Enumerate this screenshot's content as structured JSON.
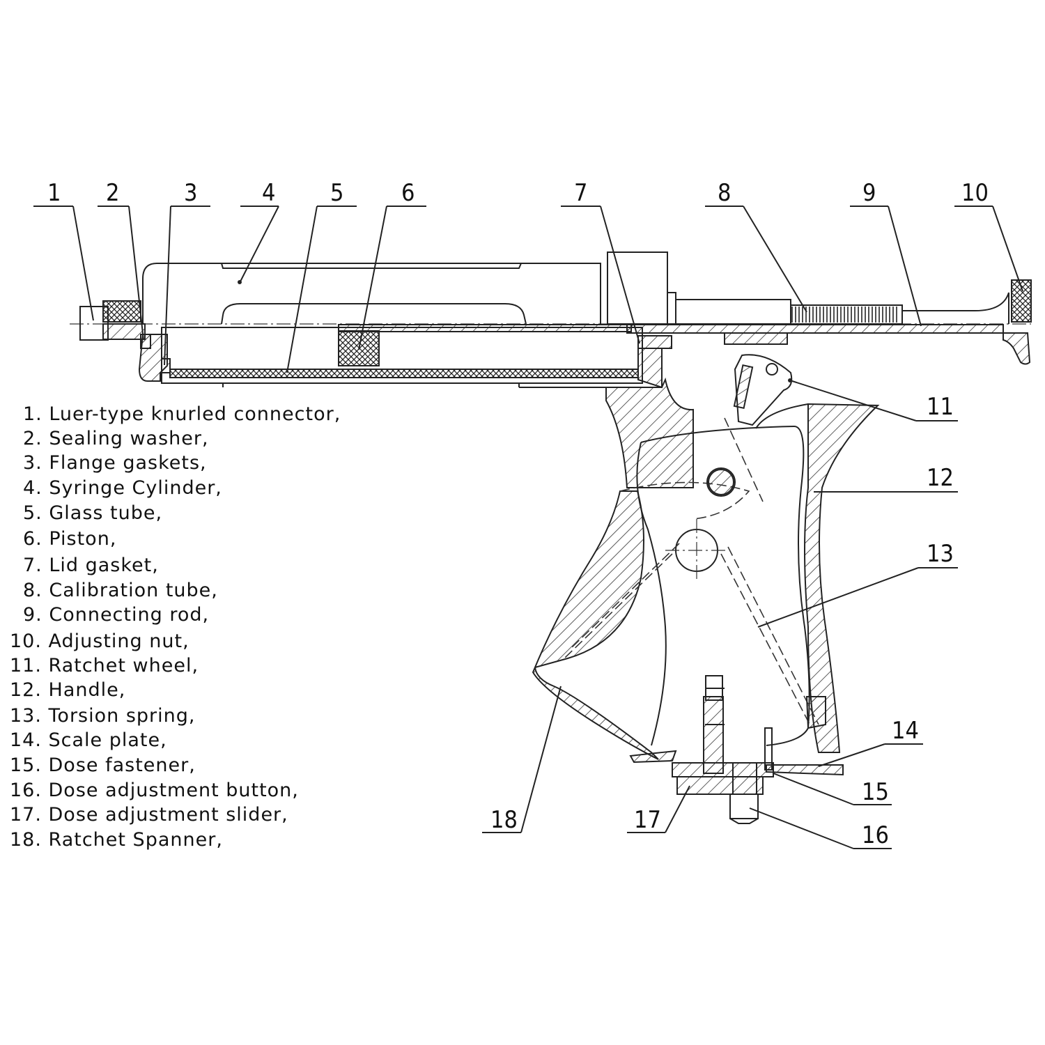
{
  "callouts": [
    "1",
    "2",
    "3",
    "4",
    "5",
    "6",
    "7",
    "8",
    "9",
    "10",
    "11",
    "12",
    "13",
    "14",
    "15",
    "16",
    "17",
    "18"
  ],
  "legend": [
    "1. Luer-type knurled connector,",
    "2. Sealing washer,",
    "3. Flange gaskets,",
    "4. Syringe Cylinder,",
    "5. Glass tube,",
    "6. Piston,",
    "7. Lid gasket,",
    "8. Calibration tube,",
    "9. Connecting rod,",
    "10. Adjusting nut,",
    "11. Ratchet wheel,",
    "12. Handle,",
    "13. Torsion spring,",
    "14. Scale plate,",
    "15. Dose fastener,",
    "16. Dose adjustment button,",
    "17. Dose adjustment slider,",
    "18. Ratchet Spanner,"
  ]
}
